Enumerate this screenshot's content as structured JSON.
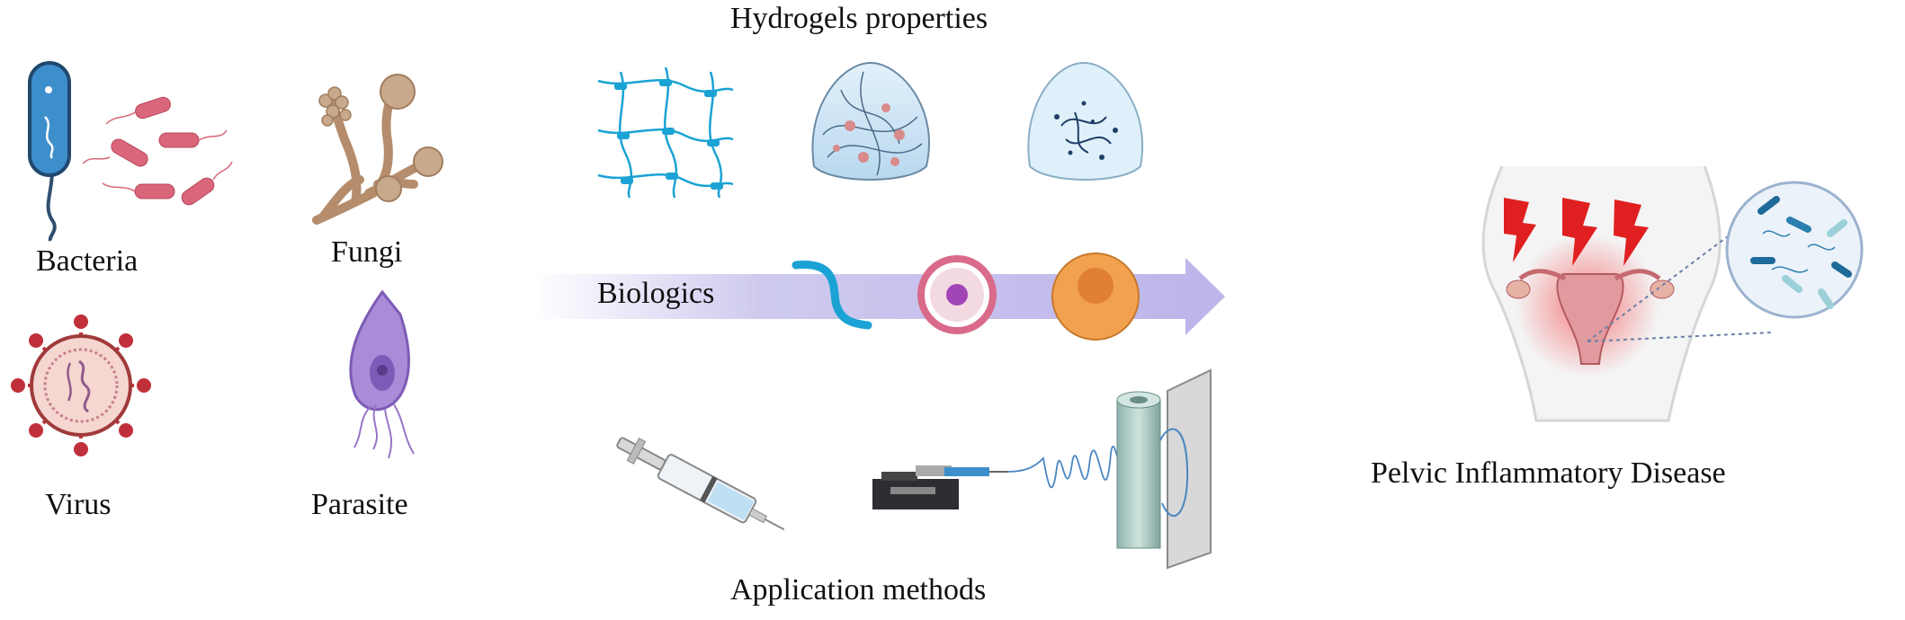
{
  "labels": {
    "bacteria": "Bacteria",
    "fungi": "Fungi",
    "virus": "Virus",
    "parasite": "Parasite",
    "hydrogels": "Hydrogels properties",
    "biologics": "Biologics",
    "application": "Application methods",
    "pid": "Pelvic Inflammatory Disease"
  },
  "colors": {
    "bacteria_blue": "#3d8fcc",
    "bacteria_pink": "#d9667a",
    "fungi_tan": "#c9a98c",
    "virus_red": "#c0303a",
    "parasite_purple": "#9a74c8",
    "network_blue": "#1aa3d4",
    "arrow_lavender": "#c8c4ec",
    "cell_orange": "#f2a14e",
    "lightning_red": "#e02020"
  }
}
